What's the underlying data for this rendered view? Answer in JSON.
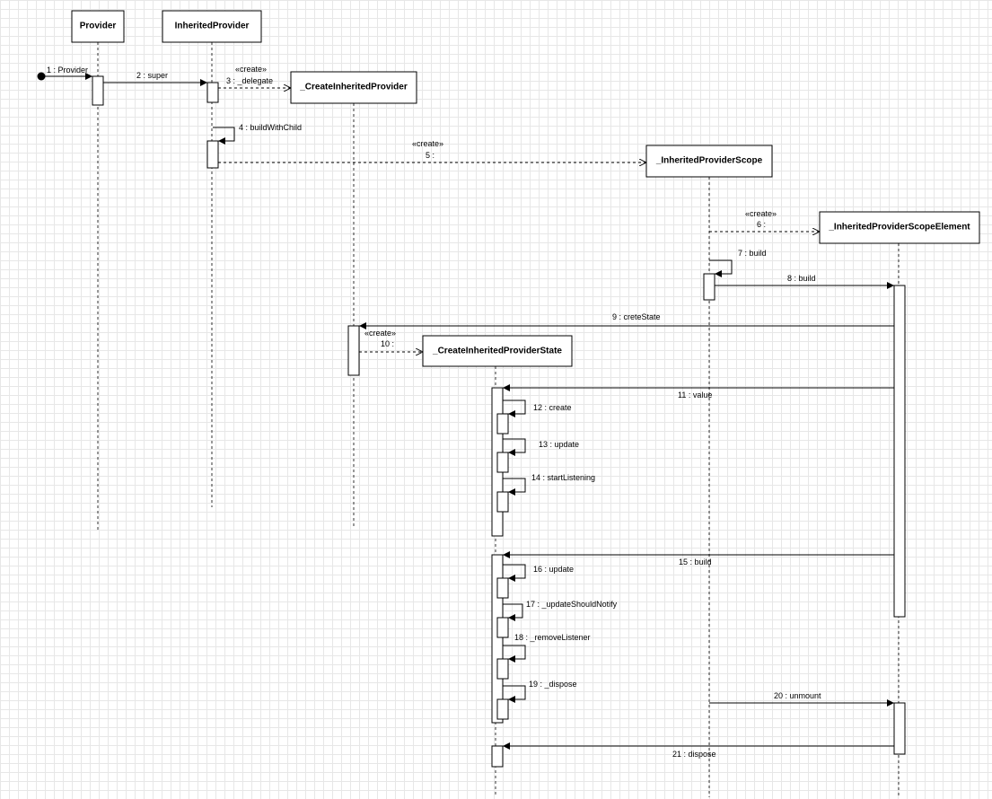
{
  "objects": [
    {
      "id": "provider",
      "label": "Provider"
    },
    {
      "id": "inherited_provider",
      "label": "InheritedProvider"
    },
    {
      "id": "create_inherited_provider",
      "label": "_CreateInheritedProvider"
    },
    {
      "id": "inherited_provider_scope",
      "label": "_InheritedProviderScope"
    },
    {
      "id": "inherited_provider_scope_element",
      "label": "_InheritedProviderScopeElement"
    },
    {
      "id": "create_inherited_provider_state",
      "label": "_CreateInheritedProviderState"
    }
  ],
  "stereotype": "«create»",
  "messages": [
    {
      "n": 1,
      "label": "1 : Provider",
      "kind": "found",
      "to": "provider"
    },
    {
      "n": 2,
      "label": "2 : super",
      "kind": "sync",
      "from": "provider",
      "to": "inherited_provider"
    },
    {
      "n": 3,
      "label": "3 : _delegate",
      "kind": "create",
      "from": "inherited_provider",
      "to": "create_inherited_provider"
    },
    {
      "n": 4,
      "label": "4 : buildWithChild",
      "kind": "self",
      "on": "inherited_provider"
    },
    {
      "n": 5,
      "label": "5 :",
      "kind": "create",
      "from": "inherited_provider",
      "to": "inherited_provider_scope"
    },
    {
      "n": 6,
      "label": "6 :",
      "kind": "create",
      "from": "inherited_provider_scope",
      "to": "inherited_provider_scope_element"
    },
    {
      "n": 7,
      "label": "7 : build",
      "kind": "self",
      "on": "inherited_provider_scope"
    },
    {
      "n": 8,
      "label": "8 : build",
      "kind": "sync",
      "from": "inherited_provider_scope",
      "to": "inherited_provider_scope_element"
    },
    {
      "n": 9,
      "label": "9 : creteState",
      "kind": "sync",
      "from": "inherited_provider_scope_element",
      "to": "create_inherited_provider"
    },
    {
      "n": 10,
      "label": "10 :",
      "kind": "create",
      "from": "create_inherited_provider",
      "to": "create_inherited_provider_state"
    },
    {
      "n": 11,
      "label": "11 : value",
      "kind": "sync",
      "from": "inherited_provider_scope_element",
      "to": "create_inherited_provider_state"
    },
    {
      "n": 12,
      "label": "12 : create",
      "kind": "self",
      "on": "create_inherited_provider_state"
    },
    {
      "n": 13,
      "label": "13 : update",
      "kind": "self",
      "on": "create_inherited_provider_state"
    },
    {
      "n": 14,
      "label": "14 : startListening",
      "kind": "self",
      "on": "create_inherited_provider_state"
    },
    {
      "n": 15,
      "label": "15 : build",
      "kind": "sync",
      "from": "inherited_provider_scope_element",
      "to": "create_inherited_provider_state"
    },
    {
      "n": 16,
      "label": "16 : update",
      "kind": "self",
      "on": "create_inherited_provider_state"
    },
    {
      "n": 17,
      "label": "17 : _updateShouldNotify",
      "kind": "self",
      "on": "create_inherited_provider_state"
    },
    {
      "n": 18,
      "label": "18 : _removeListener",
      "kind": "self",
      "on": "create_inherited_provider_state"
    },
    {
      "n": 19,
      "label": "19 : _dispose",
      "kind": "self",
      "on": "create_inherited_provider_state"
    },
    {
      "n": 20,
      "label": "20 : unmount",
      "kind": "sync",
      "from": "inherited_provider_scope",
      "to": "inherited_provider_scope_element"
    },
    {
      "n": 21,
      "label": "21 : dispose",
      "kind": "sync",
      "from": "inherited_provider_scope_element",
      "to": "create_inherited_provider_state"
    }
  ]
}
